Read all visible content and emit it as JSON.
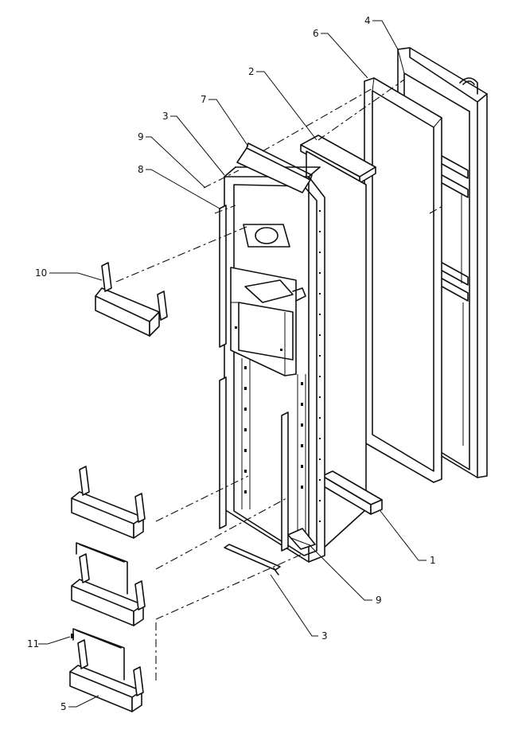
{
  "callouts": [
    {
      "id": "c1",
      "text": "1"
    },
    {
      "id": "c2",
      "text": "2"
    },
    {
      "id": "c3a",
      "text": "3"
    },
    {
      "id": "c3b",
      "text": "3"
    },
    {
      "id": "c4",
      "text": "4"
    },
    {
      "id": "c5",
      "text": "5"
    },
    {
      "id": "c6",
      "text": "6"
    },
    {
      "id": "c7",
      "text": "7"
    },
    {
      "id": "c8",
      "text": "8"
    },
    {
      "id": "c9a",
      "text": "9"
    },
    {
      "id": "c9b",
      "text": "9"
    },
    {
      "id": "c10",
      "text": "10"
    },
    {
      "id": "c11",
      "text": "11"
    }
  ]
}
